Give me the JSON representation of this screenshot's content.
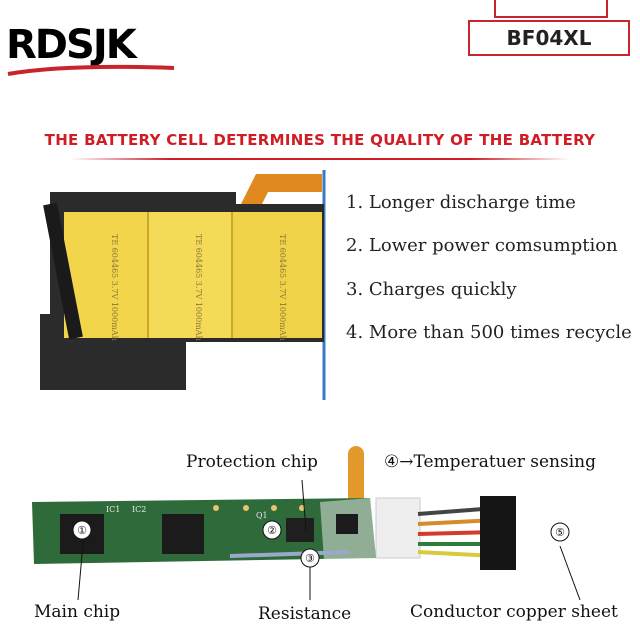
{
  "brand": {
    "logo_text": "RDSJK"
  },
  "model": "BF04XL",
  "heading": "THE BATTERY CELL DETERMINES THE QUALITY OF THE BATTERY",
  "features": [
    "1. Longer discharge time",
    "2. Lower power comsumption",
    "3. Charges quickly",
    "4. More than 500 times recycle"
  ],
  "cells": [
    {
      "text": "TE 604465 3.7V 1000mAh"
    },
    {
      "text": "TE 604465 3.7V 1000mAh"
    },
    {
      "text": "TE 604465 3.7V 1000mAh"
    }
  ],
  "circuit": {
    "labels": {
      "protection_chip": "Protection chip",
      "temperature_sensing": "④→Temperatuer sensing",
      "main_chip": "Main chip",
      "resistance": "Resistance",
      "copper_sheet": "Conductor copper sheet"
    },
    "markers": [
      "①",
      "②",
      "③",
      "⑤"
    ],
    "board_silkscreen": [
      "IC1",
      "IC2",
      "Q1"
    ]
  },
  "colors": {
    "accent_red": "#d01c24",
    "pcb_green": "#2f6b3a",
    "cell_yellow": "#f2d54a",
    "frame_blue": "#3a78c8"
  }
}
